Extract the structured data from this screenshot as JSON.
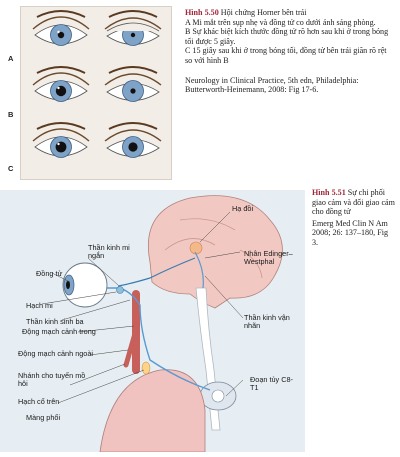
{
  "fig550": {
    "number": "Hình 5.50",
    "title": " Hội chứng Horner bên trái",
    "lines": [
      "A Mi mắt trên sụp nhẹ và đồng tử co dưới ánh sáng phòng.",
      "B Sự khác biệt kích thước đồng tử rõ hơn sau khi ở trong bóng tối được 5 giây.",
      "C 15 giây sau khi ở trong bóng tối, đồng tử bên trái giãn rõ rệt so với hình B"
    ],
    "source": "Neurology in Clinical Practice, 5th edn, Philadelphia: Butterworth-Heinemann, 2008: Fig 17-6.",
    "rows": [
      "A",
      "B",
      "C"
    ]
  },
  "fig551": {
    "number": "Hình 5.51",
    "title": " Sự chi phối giao cảm và đối giao cảm cho đồng tử",
    "source": "Emerg Med Clin N Am 2008; 26: 137–180, Fig 3."
  },
  "labels": {
    "ha_doi": "Hạ đồi",
    "than_kinh_mi_ngan": "Thần kinh mi ngắn",
    "dong_tu": "Đồng tử",
    "hach_mi": "Hạch mi",
    "than_kinh_sinh_ba": "Thần kinh sinh ba",
    "dong_mach_canh_trong": "Động mạch cảnh trong",
    "dong_mach_canh_ngoai": "Động mạch cảnh ngoài",
    "nhanh_tuyen_mo_hoi": "Nhánh cho tuyến mồ hôi",
    "hach_co_tren": "Hạch cổ trên",
    "mang_phoi": "Màng phổi",
    "nhan_ew": "Nhân Edinger–Westphal",
    "than_kinh_van_nhan": "Thần kinh vận nhãn",
    "doan_tuy": "Đoạn tủy C8-T1"
  }
}
